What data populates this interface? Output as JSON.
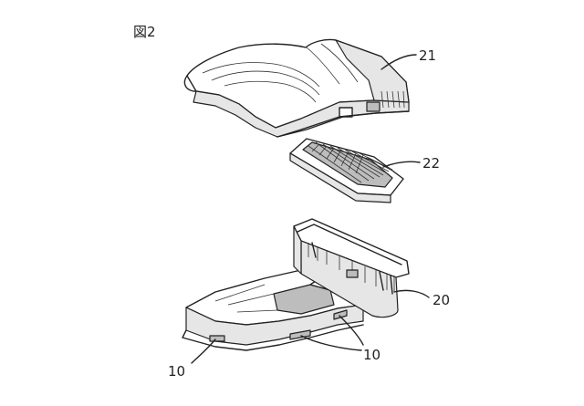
{
  "figure": {
    "title": "図2"
  },
  "labels": {
    "upper_cover": "21",
    "filter_element": "22",
    "lower_case": "20",
    "mount_left": "10",
    "mount_right": "10"
  }
}
